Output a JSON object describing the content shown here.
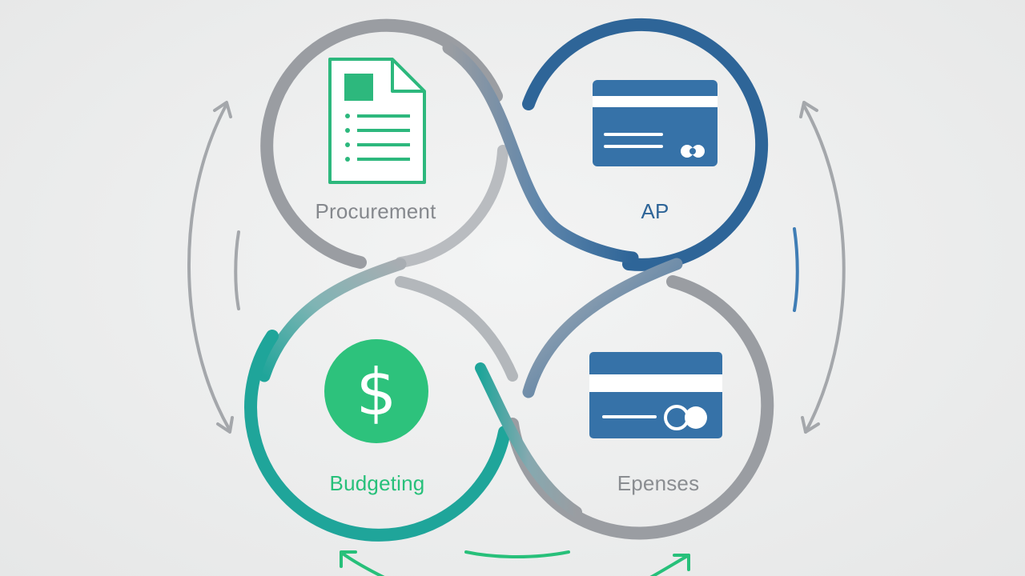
{
  "nodes": [
    {
      "id": "procurement",
      "label": "Procurement",
      "icon": "document-icon",
      "color": "#8e9196",
      "icon_color": "#2db87d"
    },
    {
      "id": "ap",
      "label": "AP",
      "icon": "credit-card-icon",
      "color": "#2e6598",
      "icon_color": "#3672a8"
    },
    {
      "id": "budgeting",
      "label": "Budgeting",
      "icon": "dollar-coin-icon",
      "color": "#27c07a",
      "icon_color": "#2dc27c"
    },
    {
      "id": "expenses",
      "label": "Epenses",
      "icon": "payment-card-icon",
      "color": "#8a8d91",
      "icon_color": "#3672a8"
    }
  ],
  "colors": {
    "background": "#eceded",
    "gray_ring": "#9a9da2",
    "blue_ring": "#2e6598",
    "teal_ring": "#1fa59a",
    "green_accent": "#27c07a"
  }
}
